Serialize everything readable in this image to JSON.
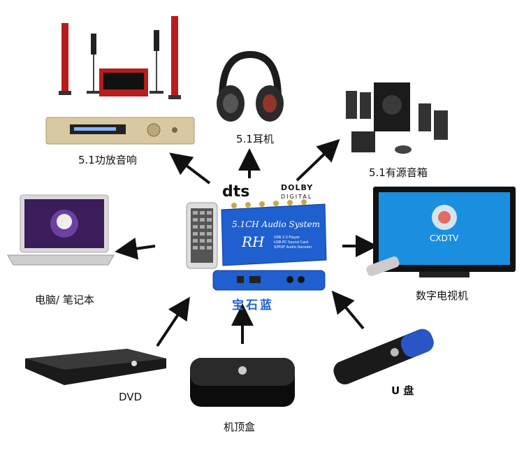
{
  "hub": {
    "logo_dts": "dts",
    "logo_dolby": "DOLBY",
    "logo_digital": "DIGITAL",
    "panel_title": "5.1CH Audio System",
    "panel_brand": "RH",
    "panel_line1": "USB 2.0 Player",
    "panel_line2": "USB-PC Sound Card",
    "panel_line3": "S/PDIF Audio Decoder",
    "brand_name": "宝石蓝"
  },
  "nodes": {
    "amp_speakers": "5.1功放音响",
    "headphones": "5.1耳机",
    "active_speakers": "5.1有源音箱",
    "laptop": "电脑/ 笔记本",
    "tv": "数字电视机",
    "dvd": "DVD",
    "settop_box": "机顶盒",
    "usb_drive": "U 盘"
  },
  "tv_screen": {
    "channel": "CXDTV"
  },
  "colors": {
    "device_blue": "#1f5fcf",
    "amp_gold": "#d9c9a0",
    "arrow": "#111111"
  }
}
